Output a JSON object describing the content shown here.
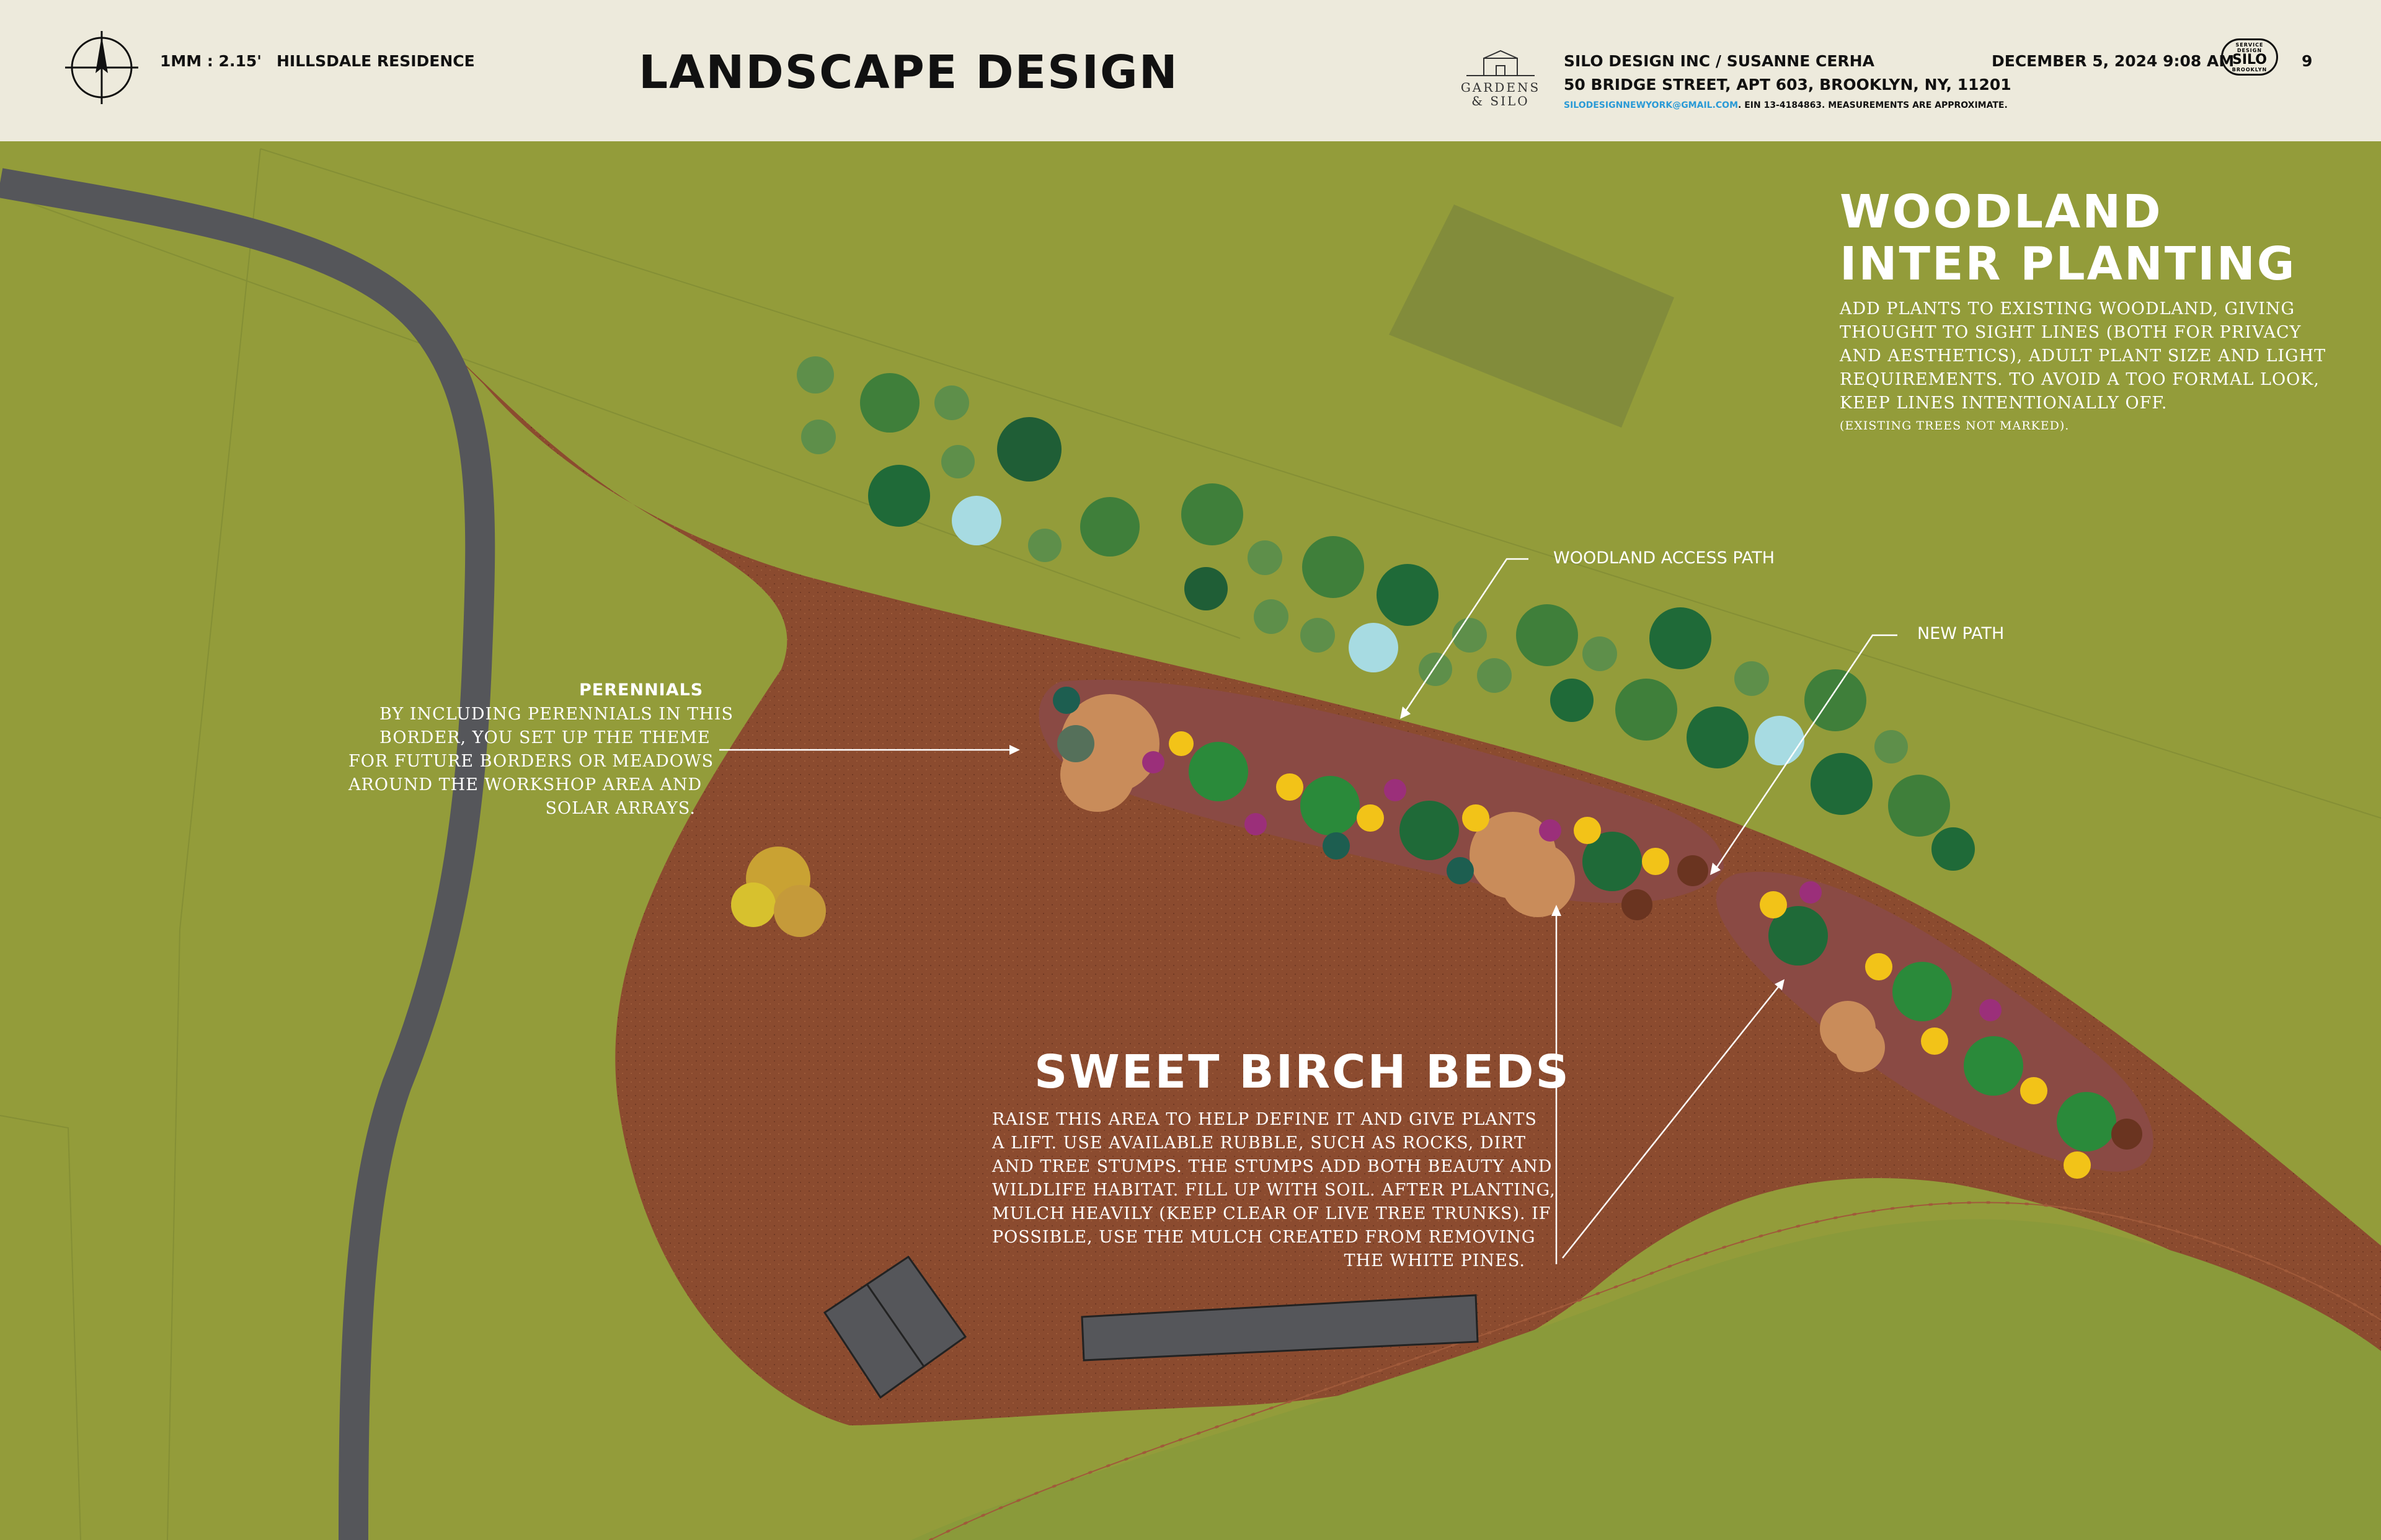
{
  "header": {
    "scale": "1MM : 2.15'",
    "project": "HILLSDALE RESIDENCE",
    "title": "LANDSCAPE DESIGN",
    "company": "SILO DESIGN INC / SUSANNE CERHA",
    "address": "50 BRIDGE STREET, APT 603, BROOKLYN, NY, 11201",
    "email": "SILODESIGNNEWYORK@GMAIL.COM",
    "fineprint": ". EIN 13-4184863. MEASUREMENTS ARE APPROXIMATE.",
    "date": "DECEMBER 5, 2024 9:08 AM",
    "page_number": "9",
    "logo_line1": "GARDENS",
    "logo_line2": "& SILO",
    "badge_top": "SERVICE DESIGN",
    "badge_main": "SILO",
    "badge_bottom": "BROOKLYN"
  },
  "woodland": {
    "title_line1": "WOODLAND",
    "title_line2": "INTER PLANTING",
    "lines": [
      "ADD PLANTS TO EXISTING WOODLAND, GIVING",
      "THOUGHT TO SIGHT LINES (BOTH FOR PRIVACY",
      "AND AESTHETICS), ADULT PLANT SIZE AND LIGHT",
      "REQUIREMENTS. TO AVOID A TOO FORMAL LOOK,",
      "KEEP LINES INTENTIONALLY OFF."
    ],
    "note": "(EXISTING TREES NOT MARKED)."
  },
  "callouts": {
    "woodland_access_path": "WOODLAND ACCESS PATH",
    "new_path": "NEW PATH"
  },
  "perennials": {
    "title": "PERENNIALS",
    "lines": [
      "BY INCLUDING PERENNIALS IN THIS",
      "BORDER, YOU SET UP THE THEME",
      "FOR FUTURE BORDERS OR MEADOWS",
      "AROUND THE WORKSHOP AREA AND",
      "SOLAR ARRAYS."
    ]
  },
  "sweet_birch": {
    "title": "SWEET BIRCH BEDS",
    "lines": [
      "RAISE THIS AREA TO HELP DEFINE IT AND GIVE PLANTS",
      "A LIFT. USE AVAILABLE RUBBLE, SUCH AS ROCKS, DIRT",
      "AND TREE STUMPS. THE STUMPS ADD BOTH BEAUTY AND",
      "WILDLIFE HABITAT. FILL UP WITH SOIL. AFTER PLANTING,",
      "MULCH HEAVILY (KEEP CLEAR OF LIVE TREE TRUNKS). IF",
      "POSSIBLE, USE THE MULCH CREATED FROM REMOVING",
      "THE WHITE PINES."
    ]
  },
  "colors": {
    "grass": "#939c3a",
    "mulch": "#8b4b2f",
    "road": "#55565a",
    "header_bg": "#edeadc",
    "building": "#7f8a3c",
    "bed": "#8a4a44"
  }
}
